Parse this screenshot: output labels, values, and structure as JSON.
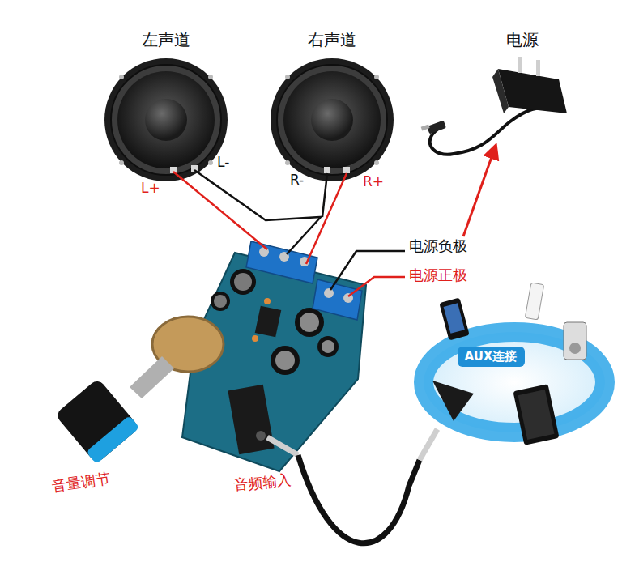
{
  "diagram": {
    "nodes": [
      {
        "text": [
          "左声道"
        ]
      },
      {
        "text": [
          "右声道"
        ]
      },
      {
        "text": [
          "电源"
        ]
      },
      {
        "text": [
          "AUX连接"
        ]
      }
    ],
    "labels": [
      "L+",
      "L-",
      "R-",
      "R+",
      "电源负极",
      "电源正极",
      "音量调节",
      "音频输入"
    ]
  }
}
